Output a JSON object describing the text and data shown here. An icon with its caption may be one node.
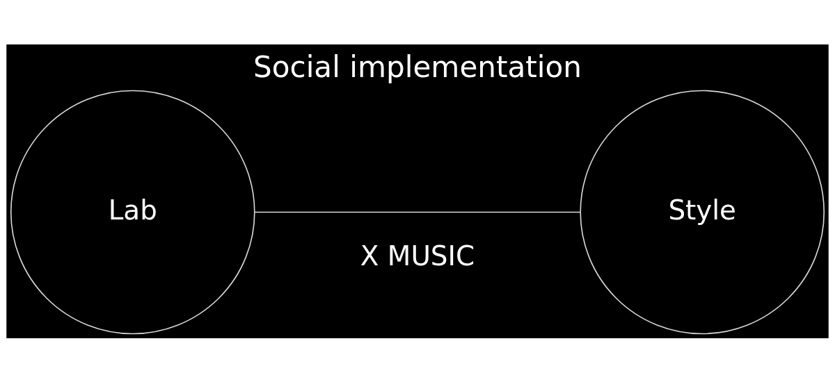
{
  "diagram": {
    "title": "Social implementation",
    "nodes": [
      {
        "text": [
          "Lab"
        ]
      },
      {
        "text": [
          "Style"
        ]
      }
    ],
    "edges": [
      {
        "from": 0,
        "to": 1,
        "arrow": "none"
      }
    ],
    "labels": [
      "X MUSIC"
    ]
  }
}
